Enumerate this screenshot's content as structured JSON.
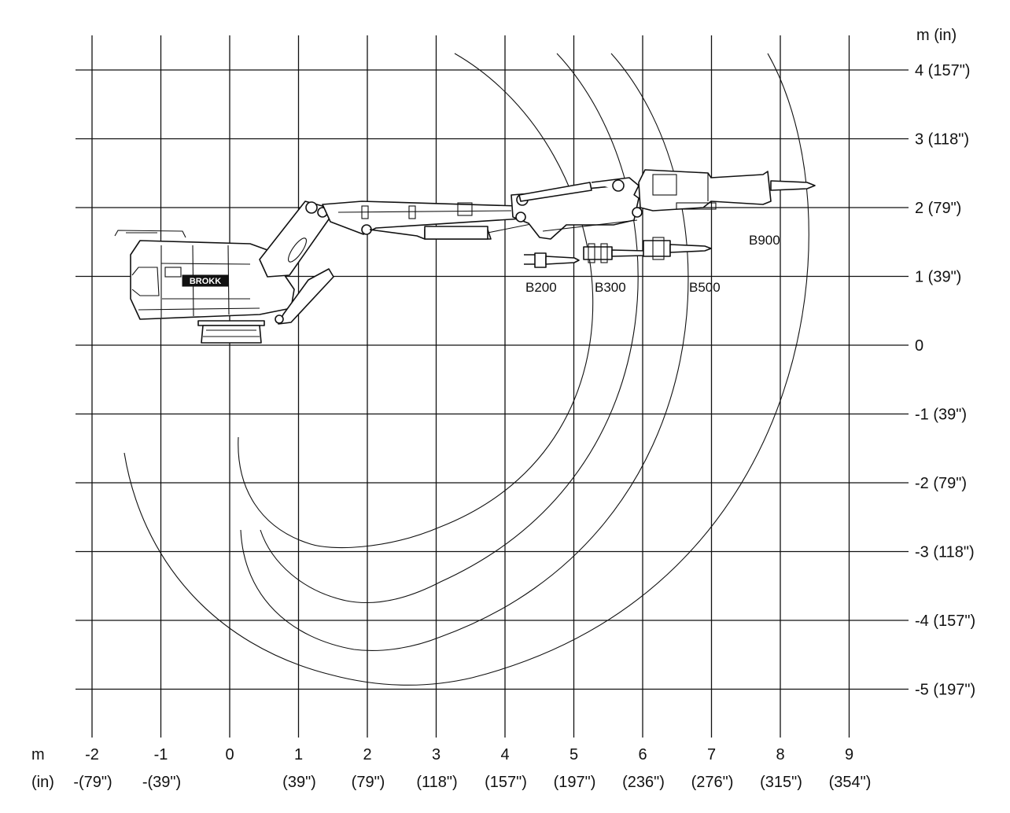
{
  "units": {
    "x_unit": "m",
    "x_unit_alt": "(in)",
    "y_unit": "m (in)"
  },
  "x_ticks": [
    {
      "value": -2,
      "m": "-2",
      "in": "-(79\")"
    },
    {
      "value": -1,
      "m": "-1",
      "in": "-(39\")"
    },
    {
      "value": 0,
      "m": "0",
      "in": ""
    },
    {
      "value": 1,
      "m": "1",
      "in": "(39\")"
    },
    {
      "value": 2,
      "m": "2",
      "in": "(79\")"
    },
    {
      "value": 3,
      "m": "3",
      "in": "(118\")"
    },
    {
      "value": 4,
      "m": "4",
      "in": "(157\")"
    },
    {
      "value": 5,
      "m": "5",
      "in": "(197\")"
    },
    {
      "value": 6,
      "m": "6",
      "in": "(236\")"
    },
    {
      "value": 7,
      "m": "7",
      "in": "(276\")"
    },
    {
      "value": 8,
      "m": "8",
      "in": "(315\")"
    },
    {
      "value": 9,
      "m": "9",
      "in": "(354\")"
    }
  ],
  "y_ticks": [
    {
      "value": 4,
      "label": "4 (157\")"
    },
    {
      "value": 3,
      "label": "3 (118\")"
    },
    {
      "value": 2,
      "label": "2 (79\")"
    },
    {
      "value": 1,
      "label": "1 (39\")"
    },
    {
      "value": 0,
      "label": "0"
    },
    {
      "value": -1,
      "label": "-1 (39\")"
    },
    {
      "value": -2,
      "label": "-2 (79\")"
    },
    {
      "value": -3,
      "label": "-3 (118\")"
    },
    {
      "value": -4,
      "label": "-4 (157\")"
    },
    {
      "value": -5,
      "label": "-5 (197\")"
    }
  ],
  "tools": [
    {
      "label": "B200"
    },
    {
      "label": "B300"
    },
    {
      "label": "B500"
    },
    {
      "label": "B900"
    }
  ],
  "machine": {
    "brand": "BROKK"
  },
  "colors": {
    "line": "#111111",
    "background": "#ffffff"
  }
}
